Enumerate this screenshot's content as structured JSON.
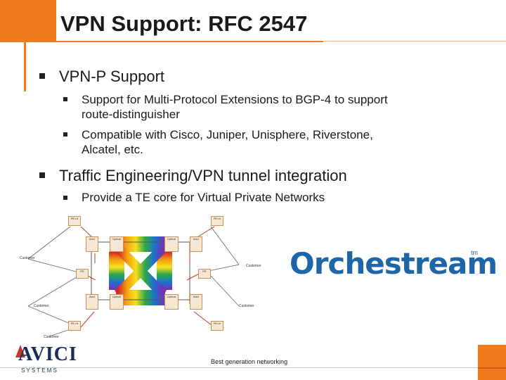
{
  "title": "VPN Support: RFC 2547",
  "bullets": {
    "vpnp": "VPN-P Support",
    "vpnp_sub1_line1": "Support for Multi-Protocol Extensions to BGP-4 to support",
    "vpnp_sub1_line2": "route-distinguisher",
    "vpnp_sub2_line1": "Compatible with Cisco, Juniper, Unisphere, Riverstone,",
    "vpnp_sub2_line2": "Alcatel, etc.",
    "te": "Traffic Engineering/VPN tunnel integration",
    "te_sub1": "Provide a TE core for Virtual Private Networks"
  },
  "diagram": {
    "customer_label": "Customer",
    "edge_router_label": "PE-rtr",
    "pe_label": "PE",
    "avici_label": "Avici",
    "optical_label": "Optical"
  },
  "brand": {
    "orchestream": "Orchestream",
    "tm": "tm",
    "avici_logo": "AVICI",
    "avici_sub": "S Y S T E M S"
  },
  "footer": "Best generation networking",
  "colors": {
    "accent_orange": "#f07b1f",
    "orchestream_blue": "#1f66a8",
    "avici_navy": "#1b2a57"
  }
}
